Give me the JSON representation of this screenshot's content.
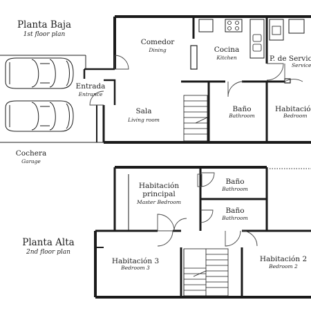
{
  "titles": {
    "ground_es": "Planta Baja",
    "ground_en": "1st floor plan",
    "upper_es": "Planta Alta",
    "upper_en": "2nd floor plan"
  },
  "rooms": {
    "comedor_es": "Comedor",
    "comedor_en": "Dining",
    "cocina_es": "Cocina",
    "cocina_en": "Kitchen",
    "servicio_es": "P. de Servicio",
    "servicio_en": "Service",
    "entrada_es": "Entrada",
    "entrada_en": "Entrance",
    "sala_es": "Sala",
    "sala_en": "Living room",
    "bano1_es": "Baño",
    "bano1_en": "Bathroom",
    "hab1_es": "Habitación",
    "hab1_en": "Bedroom",
    "cochera_es": "Cochera",
    "cochera_en": "Garage",
    "master_es_1": "Habitación",
    "master_es_2": "principal",
    "master_en": "Master Bedroom",
    "bano2_es": "Baño",
    "bano2_en": "Bathroom",
    "bano3_es": "Baño",
    "bano3_en": "Bathroom",
    "hab3_es": "Habitación 3",
    "hab3_en": "Bedroom 3",
    "hab2_es": "Habitación 2",
    "hab2_en": "Bedroom 2"
  },
  "colors": {
    "wall": "#1a1a1a",
    "fixture": "#444444",
    "text": "#1e1e1e"
  },
  "icons": [
    "car-icon",
    "stairs-icon",
    "door-swing-icon",
    "sink-icon",
    "stove-icon"
  ]
}
